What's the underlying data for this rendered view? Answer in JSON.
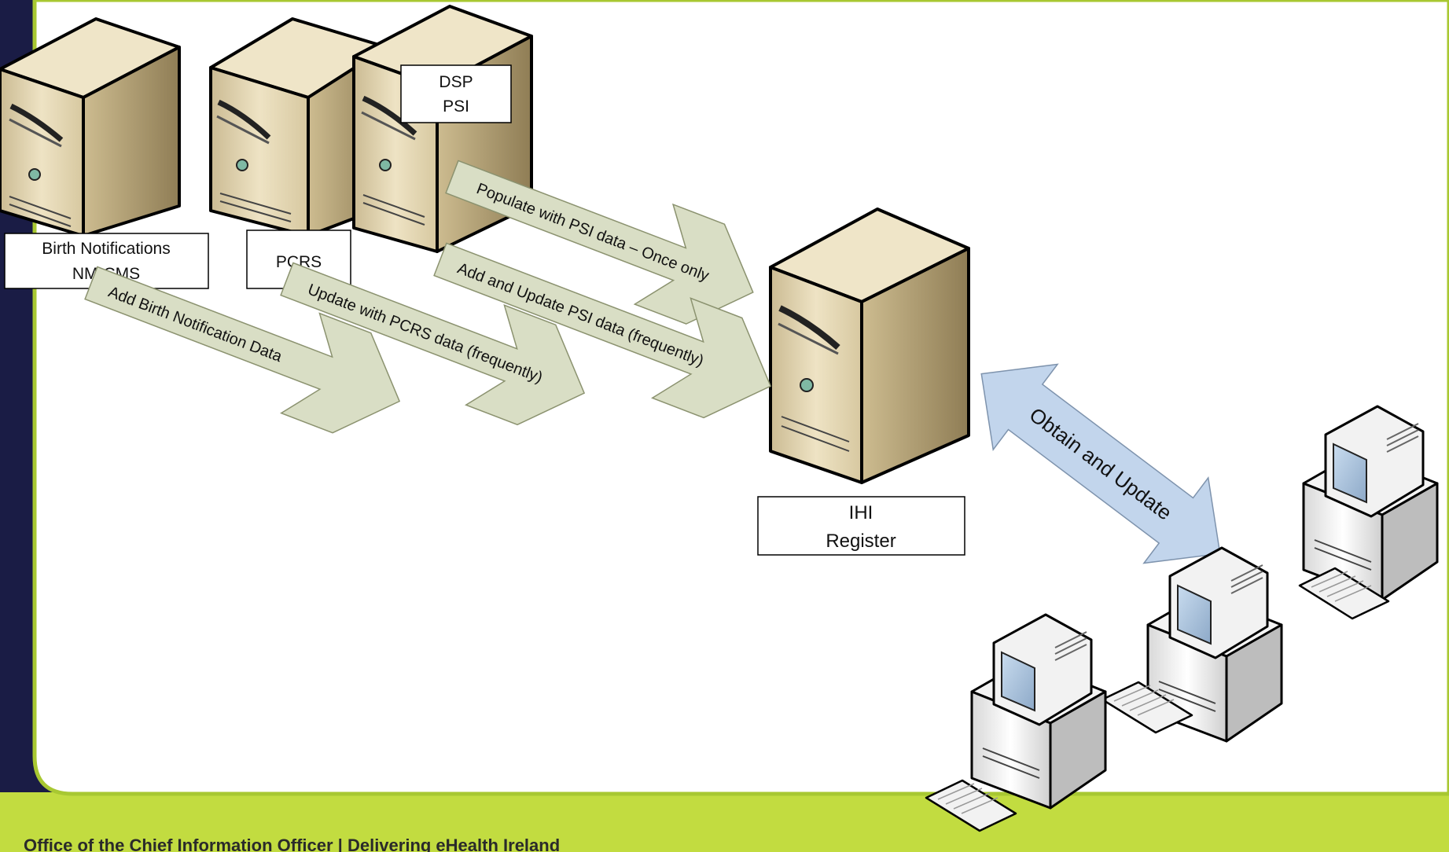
{
  "footer": {
    "text": "Office of the Chief Information Officer  |  Delivering eHealth Ireland"
  },
  "servers": {
    "birth": {
      "line1": "Birth Notifications",
      "line2": "NM-CMS"
    },
    "pcrs": {
      "label": "PCRS"
    },
    "dsp": {
      "line1": "DSP",
      "line2": "PSI"
    },
    "ihi": {
      "line1": "IHI",
      "line2": "Register"
    }
  },
  "arrows": {
    "birth": "Add Birth Notification Data",
    "pcrs": "Update with PCRS data (frequently)",
    "populate_psi": "Populate with PSI data  – Once only",
    "update_psi": "Add and Update PSI data (frequently)",
    "obtain": "Obtain and Update"
  },
  "colors": {
    "background_frame": "#1a1c45",
    "footer_band": "#c2dc40",
    "panel_border": "#a8c832",
    "arrow_fill": "#d9dec5",
    "double_arrow_fill": "#c2d5ec",
    "server_body": "#ddd0ae"
  }
}
